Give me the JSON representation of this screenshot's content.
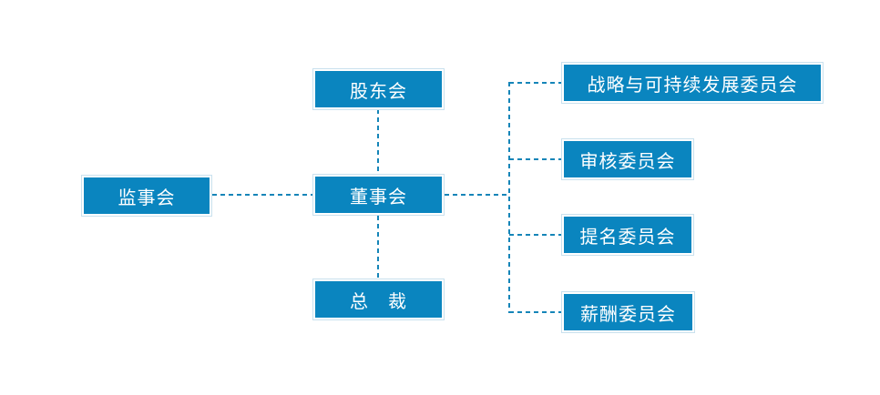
{
  "colors": {
    "background": "#ffffff",
    "box_fill": "#0a85bf",
    "box_inner_border": "#ffffff",
    "box_outer_ring": "#c9e1ee",
    "connector": "#1585b8",
    "text": "#ffffff"
  },
  "diagram": {
    "type": "org-chart",
    "nodes": {
      "shareholders": {
        "label": "股东会"
      },
      "supervisory": {
        "label": "监事会"
      },
      "board": {
        "label": "董事会"
      },
      "president": {
        "label": "总　裁"
      },
      "strategy": {
        "label": "战略与可持续发展委员会"
      },
      "audit": {
        "label": "审核委员会"
      },
      "nomination": {
        "label": "提名委员会"
      },
      "remuneration": {
        "label": "薪酬委员会"
      }
    },
    "connections": [
      {
        "from": "股东会",
        "to": "董事会",
        "style": "dashed"
      },
      {
        "from": "监事会",
        "to": "董事会",
        "style": "dashed"
      },
      {
        "from": "董事会",
        "to": "总　裁",
        "style": "dashed"
      },
      {
        "from": "董事会",
        "to": "战略与可持续发展委员会",
        "style": "dashed"
      },
      {
        "from": "董事会",
        "to": "审核委员会",
        "style": "dashed"
      },
      {
        "from": "董事会",
        "to": "提名委员会",
        "style": "dashed"
      },
      {
        "from": "董事会",
        "to": "薪酬委员会",
        "style": "dashed"
      }
    ]
  }
}
